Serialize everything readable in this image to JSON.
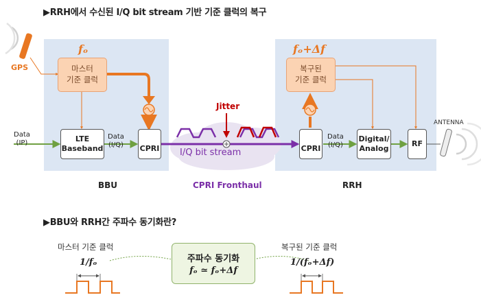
{
  "header1": "▶RRH에서 수신된 I/Q bit stream 기반 기준 클럭의 복구",
  "header2": "▶BBU와 RRH간 주파수 동기화란?",
  "gps": "GPS",
  "fo_bbu": "fₒ",
  "fo_rrh": "fₒ+Δf",
  "master_clock_box": [
    "마스터",
    "기준 클럭"
  ],
  "recovered_clock_box": [
    "복구된",
    "기준 클럭"
  ],
  "data_ip": [
    "Data",
    "(IP)"
  ],
  "lte_baseband": [
    "LTE",
    "Baseband"
  ],
  "data_iq_left": [
    "Data",
    "(I/Q)"
  ],
  "data_iq_right": [
    "Data",
    "(I/Q)"
  ],
  "cpri": "CPRI",
  "jitter": "Jitter",
  "iq_stream": "I/Q bit stream",
  "digital_analog": [
    "Digital/",
    "Analog"
  ],
  "rf": "RF",
  "antenna": "ANTENNA",
  "bbu": "BBU",
  "rrh": "RRH",
  "fronthaul": "CPRI Fronthaul",
  "master_clock_label": "마스터 기준 클럭",
  "recovered_clock_label": "복구된 기준 클럭",
  "period_left": "1/fₒ",
  "period_right": "1/(fₒ+Δf)",
  "sync_title": "주파수 동기화",
  "sync_formula": "fₒ ≃ fₒ+Δf",
  "colors": {
    "panel": "#dce6f3",
    "orange": "#e87722",
    "light_orange": "#fbd3b3",
    "green": "#6fa041",
    "purple": "#7b2fa8",
    "red": "#c00000",
    "cloud": "#e9e3f1",
    "sync_box": "#eef5e2"
  }
}
